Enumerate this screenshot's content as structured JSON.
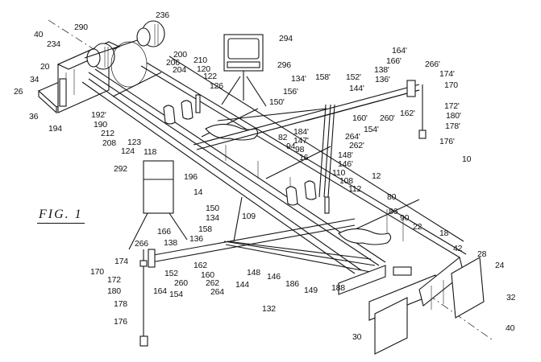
{
  "figure": {
    "title": "FIG. 1",
    "type": "patent line drawing, isometric view of apparatus"
  },
  "reference_numerals": [
    {
      "id": "40-top",
      "text": "40"
    },
    {
      "id": "290",
      "text": "290"
    },
    {
      "id": "236",
      "text": "236"
    },
    {
      "id": "234",
      "text": "234"
    },
    {
      "id": "20",
      "text": "20"
    },
    {
      "id": "34",
      "text": "34"
    },
    {
      "id": "26",
      "text": "26"
    },
    {
      "id": "36",
      "text": "36"
    },
    {
      "id": "194",
      "text": "194"
    },
    {
      "id": "192p",
      "text": "192'"
    },
    {
      "id": "190",
      "text": "190"
    },
    {
      "id": "212",
      "text": "212"
    },
    {
      "id": "208",
      "text": "208"
    },
    {
      "id": "200",
      "text": "200"
    },
    {
      "id": "206",
      "text": "206"
    },
    {
      "id": "204",
      "text": "204"
    },
    {
      "id": "210",
      "text": "210"
    },
    {
      "id": "120",
      "text": "120"
    },
    {
      "id": "122",
      "text": "122"
    },
    {
      "id": "126",
      "text": "126"
    },
    {
      "id": "123",
      "text": "123"
    },
    {
      "id": "124",
      "text": "124"
    },
    {
      "id": "118",
      "text": "118"
    },
    {
      "id": "294",
      "text": "294"
    },
    {
      "id": "296",
      "text": "296"
    },
    {
      "id": "150p",
      "text": "150'"
    },
    {
      "id": "134p",
      "text": "134'"
    },
    {
      "id": "156p",
      "text": "156'"
    },
    {
      "id": "158p",
      "text": "158'"
    },
    {
      "id": "144p",
      "text": "144'"
    },
    {
      "id": "152p",
      "text": "152'"
    },
    {
      "id": "138p",
      "text": "138'"
    },
    {
      "id": "136p",
      "text": "136'"
    },
    {
      "id": "164p",
      "text": "164'"
    },
    {
      "id": "166p",
      "text": "166'"
    },
    {
      "id": "266p",
      "text": "266'"
    },
    {
      "id": "174p",
      "text": "174'"
    },
    {
      "id": "170-right",
      "text": "170"
    },
    {
      "id": "172p",
      "text": "172'"
    },
    {
      "id": "180p",
      "text": "180'"
    },
    {
      "id": "178p",
      "text": "178'"
    },
    {
      "id": "176p",
      "text": "176'"
    },
    {
      "id": "162p",
      "text": "162'"
    },
    {
      "id": "260p",
      "text": "260'"
    },
    {
      "id": "160p",
      "text": "160'"
    },
    {
      "id": "154p",
      "text": "154'"
    },
    {
      "id": "264p",
      "text": "264'"
    },
    {
      "id": "262p",
      "text": "262'"
    },
    {
      "id": "184p",
      "text": "184'"
    },
    {
      "id": "147p",
      "text": "147'"
    },
    {
      "id": "148p",
      "text": "148'"
    },
    {
      "id": "146p",
      "text": "146'"
    },
    {
      "id": "82",
      "text": "82"
    },
    {
      "id": "94",
      "text": "94"
    },
    {
      "id": "98",
      "text": "98"
    },
    {
      "id": "16",
      "text": "16"
    },
    {
      "id": "110",
      "text": "110"
    },
    {
      "id": "108",
      "text": "108"
    },
    {
      "id": "112",
      "text": "112"
    },
    {
      "id": "12",
      "text": "12"
    },
    {
      "id": "10",
      "text": "10"
    },
    {
      "id": "196",
      "text": "196"
    },
    {
      "id": "14",
      "text": "14"
    },
    {
      "id": "292",
      "text": "292"
    },
    {
      "id": "150",
      "text": "150"
    },
    {
      "id": "134",
      "text": "134"
    },
    {
      "id": "109",
      "text": "109"
    },
    {
      "id": "158",
      "text": "158"
    },
    {
      "id": "136",
      "text": "136"
    },
    {
      "id": "166",
      "text": "166"
    },
    {
      "id": "138",
      "text": "138"
    },
    {
      "id": "266",
      "text": "266"
    },
    {
      "id": "174",
      "text": "174"
    },
    {
      "id": "170-left",
      "text": "170"
    },
    {
      "id": "172",
      "text": "172"
    },
    {
      "id": "180",
      "text": "180"
    },
    {
      "id": "178",
      "text": "178"
    },
    {
      "id": "176",
      "text": "176"
    },
    {
      "id": "164",
      "text": "164"
    },
    {
      "id": "152",
      "text": "152"
    },
    {
      "id": "260",
      "text": "260"
    },
    {
      "id": "162",
      "text": "162"
    },
    {
      "id": "160",
      "text": "160"
    },
    {
      "id": "154",
      "text": "154"
    },
    {
      "id": "262",
      "text": "262"
    },
    {
      "id": "264",
      "text": "264"
    },
    {
      "id": "144",
      "text": "144"
    },
    {
      "id": "148",
      "text": "148"
    },
    {
      "id": "146",
      "text": "146"
    },
    {
      "id": "186",
      "text": "186"
    },
    {
      "id": "149",
      "text": "149"
    },
    {
      "id": "188",
      "text": "188"
    },
    {
      "id": "132",
      "text": "132"
    },
    {
      "id": "80",
      "text": "80"
    },
    {
      "id": "86",
      "text": "86"
    },
    {
      "id": "90",
      "text": "90"
    },
    {
      "id": "22",
      "text": "22"
    },
    {
      "id": "18",
      "text": "18"
    },
    {
      "id": "42",
      "text": "42"
    },
    {
      "id": "28",
      "text": "28"
    },
    {
      "id": "24",
      "text": "24"
    },
    {
      "id": "32",
      "text": "32"
    },
    {
      "id": "30",
      "text": "30"
    },
    {
      "id": "40-bottom",
      "text": "40"
    }
  ]
}
